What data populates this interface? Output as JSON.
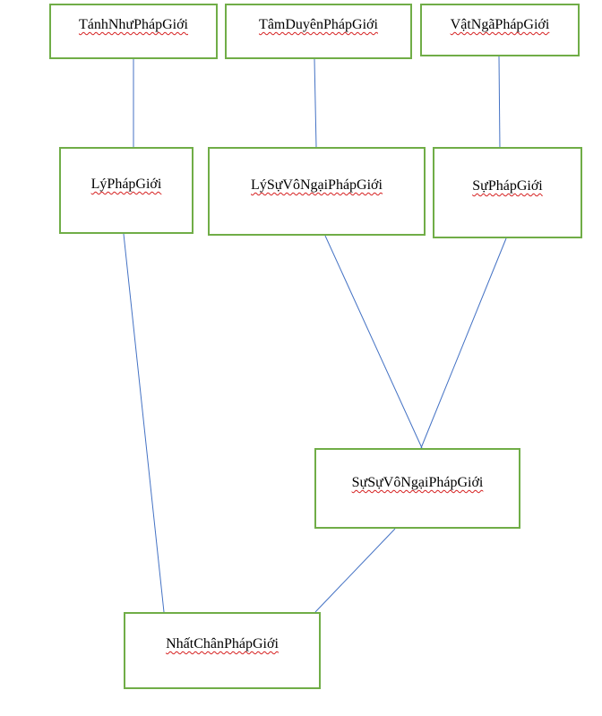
{
  "diagram": {
    "line_color": "#4472c4",
    "box_border_color": "#70ad47",
    "spell_underline_color": "#d62020",
    "nodes": [
      {
        "id": "n1",
        "label": "TánhNhưPhápGiới"
      },
      {
        "id": "n2",
        "label": "TâmDuyênPhápGiới"
      },
      {
        "id": "n3",
        "label": "VậtNgãPhápGiới"
      },
      {
        "id": "n4",
        "label": "LýPhápGiới"
      },
      {
        "id": "n5",
        "label": "LýSựVôNgạiPhápGiới"
      },
      {
        "id": "n6",
        "label": "SựPhápGiới"
      },
      {
        "id": "n7",
        "label": "SựSựVôNgạiPhápGiới"
      },
      {
        "id": "n8",
        "label": "NhấtChânPhápGiới"
      }
    ],
    "edges": [
      {
        "from": "n1",
        "to": "n4"
      },
      {
        "from": "n2",
        "to": "n5"
      },
      {
        "from": "n3",
        "to": "n6"
      },
      {
        "from": "n4",
        "to": "n8"
      },
      {
        "from": "n5",
        "to": "n7"
      },
      {
        "from": "n6",
        "to": "n7"
      },
      {
        "from": "n7",
        "to": "n8"
      }
    ]
  }
}
